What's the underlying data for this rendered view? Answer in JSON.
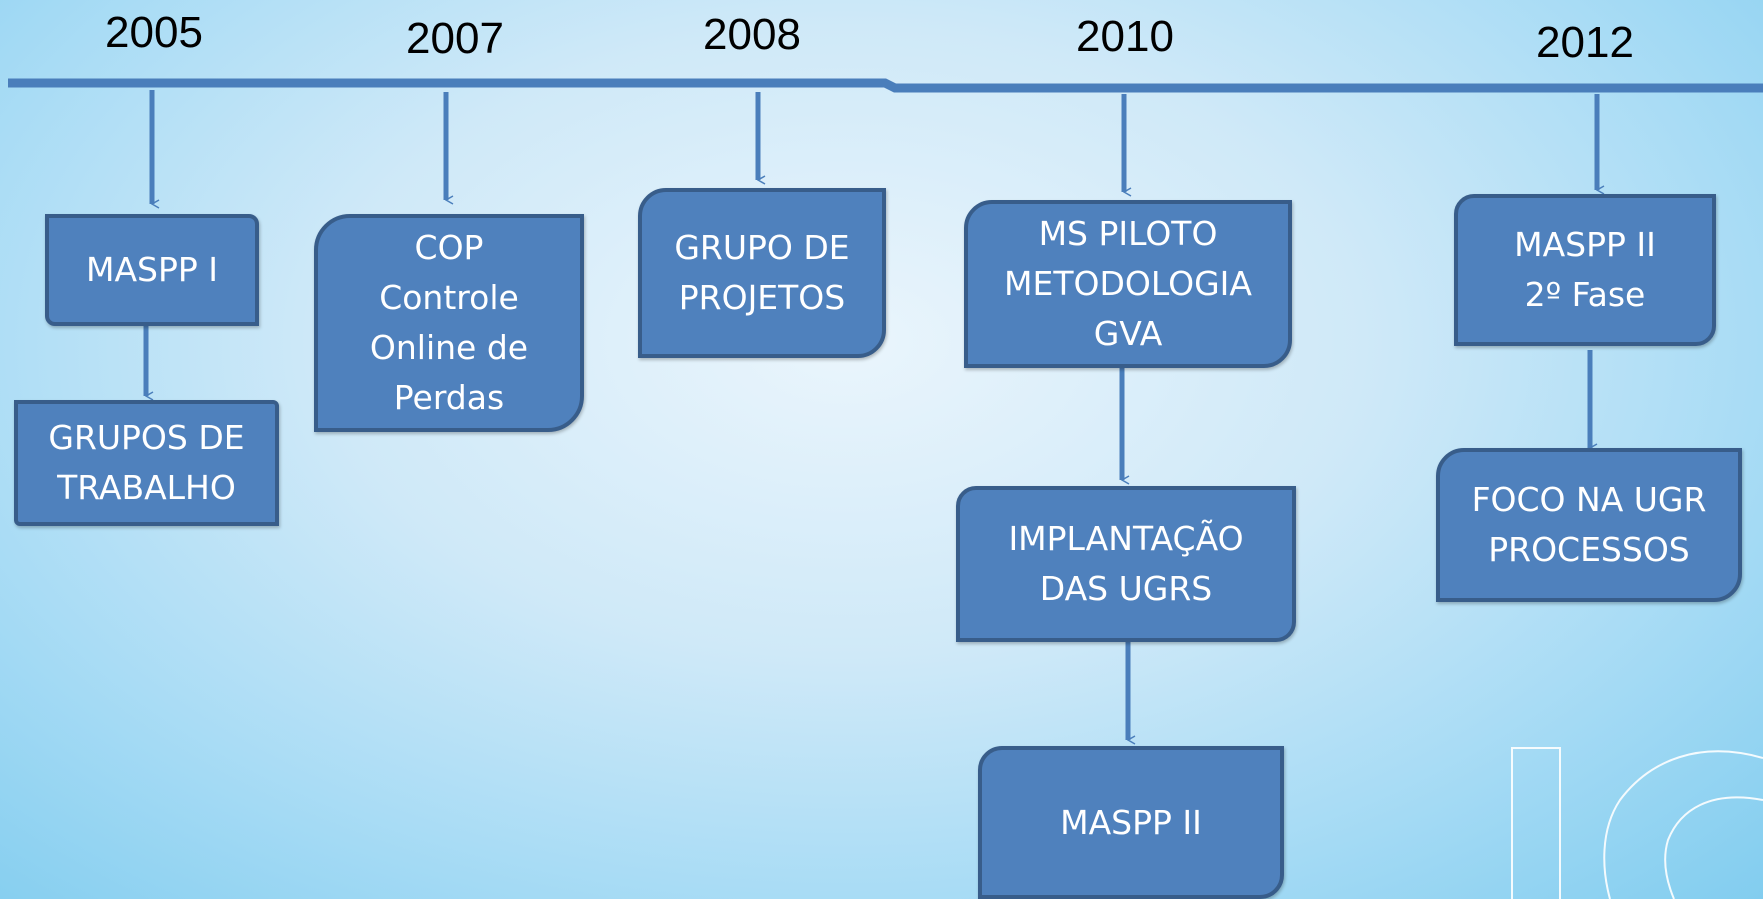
{
  "timeline": {
    "years": [
      {
        "id": "2005",
        "label": "2005"
      },
      {
        "id": "2007",
        "label": "2007"
      },
      {
        "id": "2008",
        "label": "2008"
      },
      {
        "id": "2010",
        "label": "2010"
      },
      {
        "id": "2012",
        "label": "2012"
      }
    ]
  },
  "boxes": {
    "maspp_i": "MASPP I",
    "grupos_trabalho": "GRUPOS DE\nTRABALHO",
    "cop": "COP\nControle\nOnline de\nPerdas",
    "grupo_projetos": "GRUPO DE\nPROJETOS",
    "ms_piloto": "MS PILOTO\nMETODOLOGIA\nGVA",
    "implantacao": "IMPLANTAÇÃO\nDAS UGRS",
    "maspp_ii_2010": "MASPP II",
    "maspp_ii_2fase": "MASPP II\n2º Fase",
    "foco_ugr": "FOCO NA UGR\nPROCESSOS"
  },
  "colors": {
    "box_fill": "#4f81bd",
    "box_border": "#385d8a",
    "line": "#4a7ebb",
    "year_text": "#000000"
  }
}
